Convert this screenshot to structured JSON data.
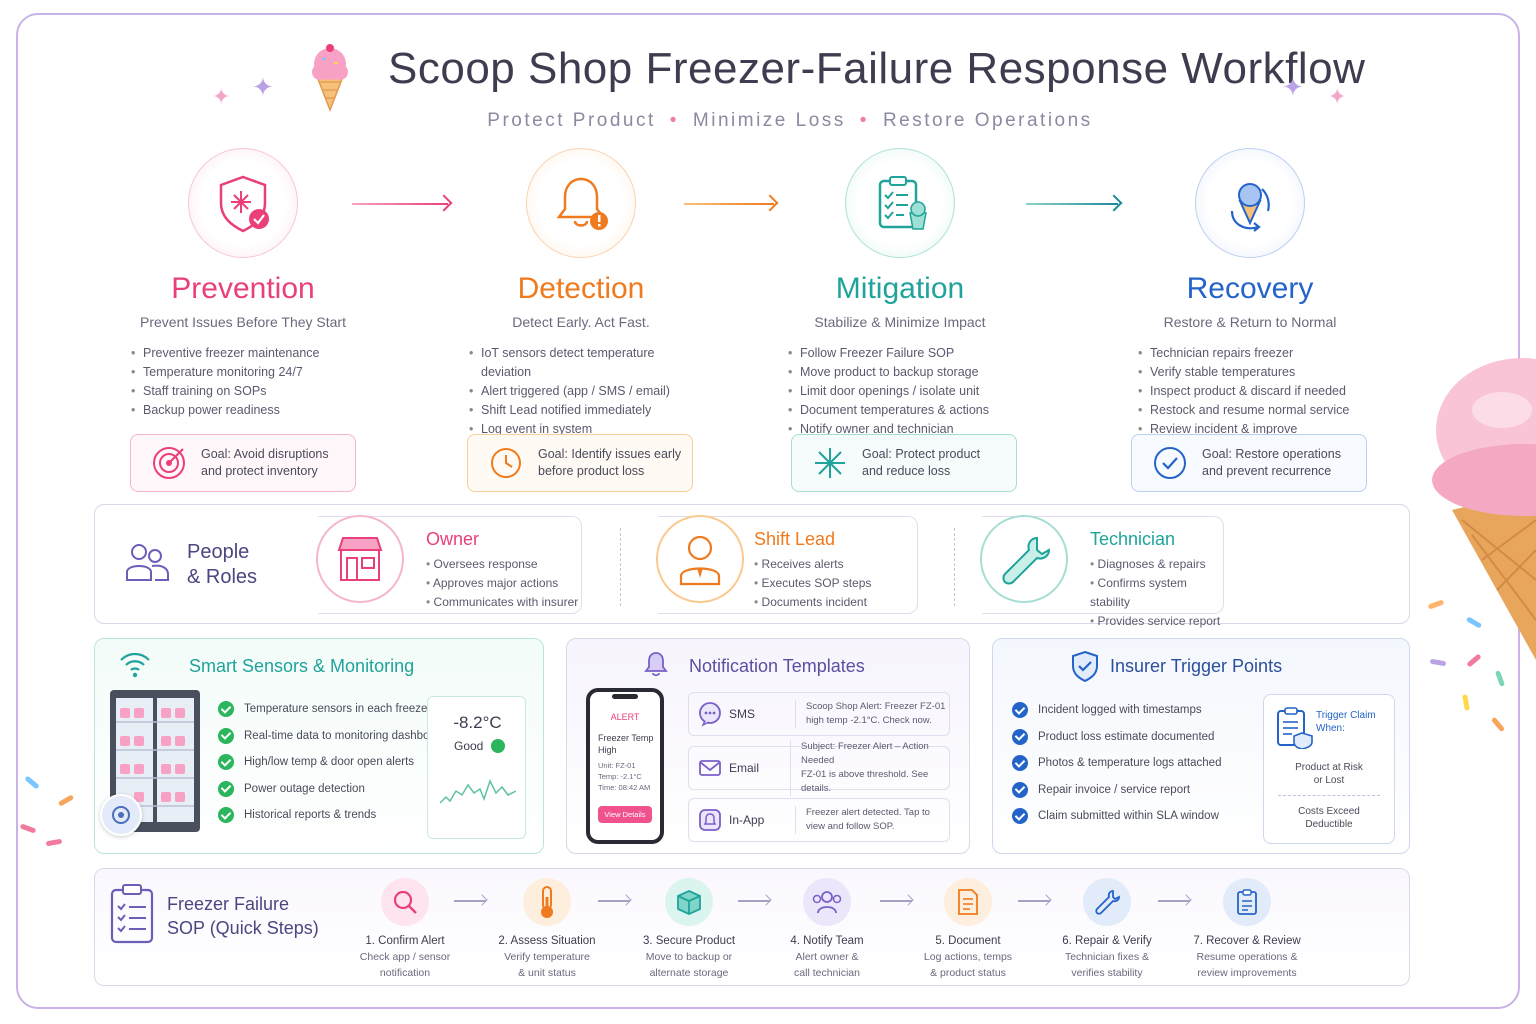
{
  "header": {
    "title": "Scoop Shop Freezer-Failure Response Workflow",
    "subtitle": [
      "Protect Product",
      "Minimize Loss",
      "Restore Operations"
    ]
  },
  "phases": [
    {
      "name": "Prevention",
      "tagline": "Prevent Issues Before They Start",
      "color": "#ea3f7b",
      "items": [
        "Preventive freezer maintenance",
        "Temperature monitoring 24/7",
        "Staff training on SOPs",
        "Backup power readiness"
      ],
      "goal": [
        "Goal: Avoid disruptions",
        "and protect inventory"
      ]
    },
    {
      "name": "Detection",
      "tagline": "Detect Early. Act Fast.",
      "color": "#f07a1e",
      "items": [
        "IoT sensors detect temperature deviation",
        "Alert triggered (app / SMS / email)",
        "Shift Lead notified immediately",
        "Log event in system"
      ],
      "goal": [
        "Goal: Identify issues early",
        "before product loss"
      ]
    },
    {
      "name": "Mitigation",
      "tagline": "Stabilize & Minimize Impact",
      "color": "#1fa39a",
      "items": [
        "Follow Freezer Failure SOP",
        "Move product to backup storage",
        "Limit door openings / isolate unit",
        "Document temperatures & actions",
        "Notify owner and technician"
      ],
      "goal": [
        "Goal: Protect product",
        "and reduce loss"
      ]
    },
    {
      "name": "Recovery",
      "tagline": "Restore & Return to Normal",
      "color": "#2464c8",
      "items": [
        "Technician repairs freezer",
        "Verify stable temperatures",
        "Inspect product & discard if needed",
        "Restock and resume normal service",
        "Review incident & improve"
      ],
      "goal": [
        "Goal: Restore operations",
        "and prevent recurrence"
      ]
    }
  ],
  "people": {
    "title": [
      "People",
      "& Roles"
    ],
    "roles": [
      {
        "name": "Owner",
        "color": "#ea3f7b",
        "items": [
          "Oversees response",
          "Approves major actions",
          "Communicates with insurer"
        ]
      },
      {
        "name": "Shift Lead",
        "color": "#f07a1e",
        "items": [
          "Receives alerts",
          "Executes SOP steps",
          "Documents incident"
        ]
      },
      {
        "name": "Technician",
        "color": "#1fa39a",
        "items": [
          "Diagnoses & repairs",
          "Confirms system stability",
          "Provides service report"
        ]
      }
    ]
  },
  "sensors": {
    "title": "Smart Sensors & Monitoring",
    "items": [
      "Temperature sensors in each freezer",
      "Real-time data to monitoring dashboard",
      "High/low temp & door open alerts",
      "Power outage detection",
      "Historical reports & trends"
    ],
    "reading": "-8.2°C",
    "status": "Good"
  },
  "notifications": {
    "title": "Notification Templates",
    "phone": {
      "alert": "ALERT",
      "heading": [
        "Freezer Temp",
        "High"
      ],
      "lines": [
        "Unit: FZ-01",
        "Temp: -2.1°C",
        "Time: 08:42 AM"
      ],
      "button": "View Details"
    },
    "templates": [
      {
        "channel": "SMS",
        "text": [
          "Scoop Shop Alert: Freezer FZ-01",
          "high temp -2.1°C. Check now."
        ]
      },
      {
        "channel": "Email",
        "text": [
          "Subject: Freezer Alert – Action Needed",
          "FZ-01 is above threshold. See details."
        ]
      },
      {
        "channel": "In-App",
        "text": [
          "Freezer alert detected. Tap to",
          "view and follow SOP."
        ]
      }
    ]
  },
  "insurer": {
    "title": "Insurer Trigger Points",
    "items": [
      "Incident logged with timestamps",
      "Product loss estimate documented",
      "Photos & temperature logs attached",
      "Repair invoice / service report",
      "Claim submitted within SLA window"
    ],
    "claim": {
      "heading": [
        "Trigger Claim",
        "When:"
      ],
      "cond1": [
        "Product at Risk",
        "or Lost"
      ],
      "cond2": [
        "Costs Exceed",
        "Deductible"
      ]
    }
  },
  "sop": {
    "title": [
      "Freezer Failure",
      "SOP (Quick Steps)"
    ],
    "steps": [
      {
        "title": "1. Confirm Alert",
        "desc": [
          "Check app / sensor",
          "notification"
        ]
      },
      {
        "title": "2. Assess Situation",
        "desc": [
          "Verify temperature",
          "& unit status"
        ]
      },
      {
        "title": "3. Secure Product",
        "desc": [
          "Move to backup or",
          "alternate storage"
        ]
      },
      {
        "title": "4. Notify Team",
        "desc": [
          "Alert owner &",
          "call technician"
        ]
      },
      {
        "title": "5. Document",
        "desc": [
          "Log actions, temps",
          "& product status"
        ]
      },
      {
        "title": "6. Repair & Verify",
        "desc": [
          "Technician fixes &",
          "verifies stability"
        ]
      },
      {
        "title": "7. Recover & Review",
        "desc": [
          "Resume operations &",
          "review improvements"
        ]
      }
    ]
  }
}
